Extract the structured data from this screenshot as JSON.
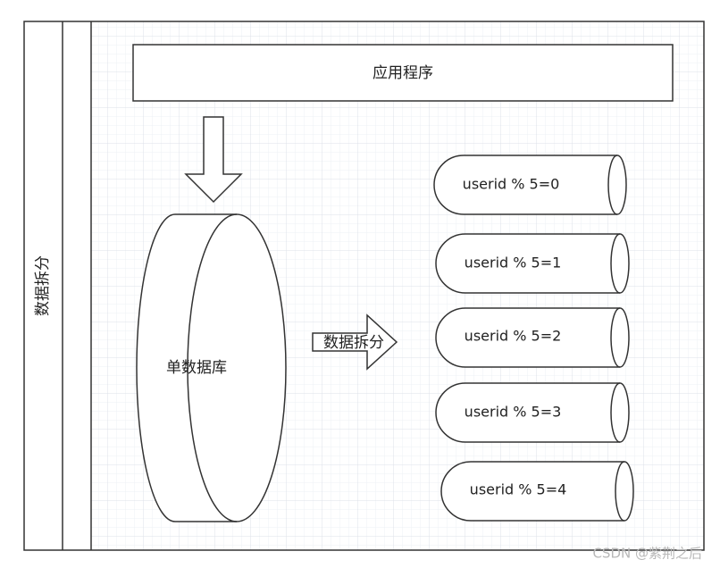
{
  "pool": {
    "title": "数据拆分"
  },
  "app": {
    "label": "应用程序"
  },
  "single_db": {
    "label": "单数据库"
  },
  "split_arrow": {
    "label": "数据拆分"
  },
  "shards": [
    {
      "label": "userid % 5=0"
    },
    {
      "label": "userid % 5=1"
    },
    {
      "label": "userid % 5=2"
    },
    {
      "label": "userid % 5=3"
    },
    {
      "label": "userid % 5=4"
    }
  ],
  "watermark": {
    "text": "CSDN @紫荆之后"
  },
  "colors": {
    "stroke": "#333333",
    "grid_minor": "#eef0f4",
    "grid_major": "#dde1e8"
  }
}
